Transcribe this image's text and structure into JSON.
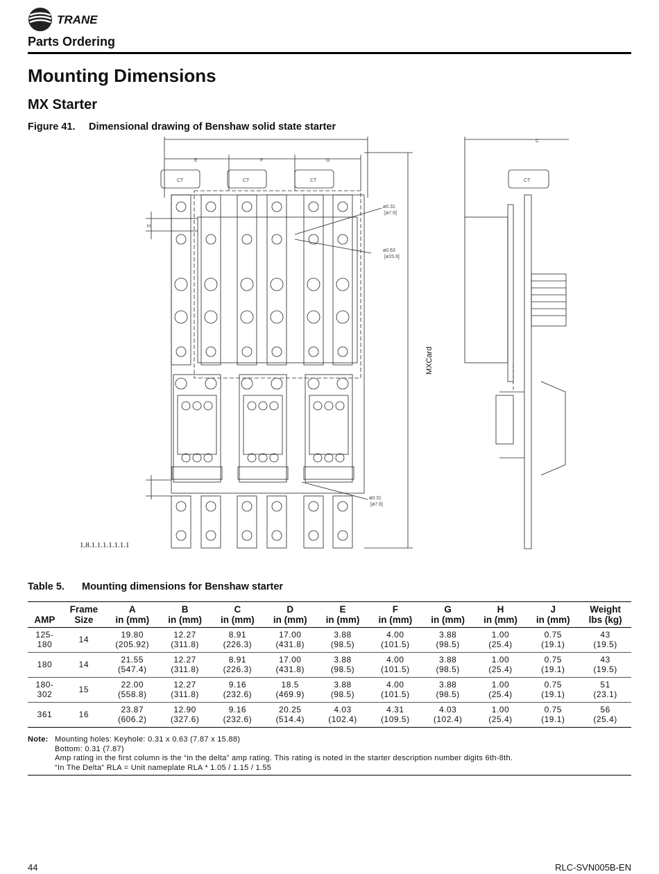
{
  "header": {
    "brand": "TRANE",
    "section": "Parts Ordering"
  },
  "main": {
    "title": "Mounting Dimensions",
    "subtitle": "MX Starter",
    "figure": {
      "number": "Figure 41.",
      "caption": "Dimensional drawing of Benshaw solid state starter",
      "labels": {
        "dim_e": "E",
        "dim_f": "F",
        "dim_g": "G",
        "dim_h": "H",
        "dim_c_side": "C",
        "hole1": "ø0.31",
        "hole1_mm": "[ø7.9]",
        "hole2": "ø0.63",
        "hole2_mm": "[ø15.9]",
        "hole3": "ø0.31",
        "hole3_mm": "[ø7.9]",
        "ct": "CT",
        "mxcard": "MXCard",
        "code": "1.8.1.1.1.1.1.1.1"
      }
    },
    "table": {
      "number": "Table 5.",
      "caption": "Mounting dimensions for Benshaw starter",
      "headers": [
        [
          "AMP",
          ""
        ],
        [
          "Frame",
          "Size"
        ],
        [
          "A",
          "in (mm)"
        ],
        [
          "B",
          "in (mm)"
        ],
        [
          "C",
          "in (mm)"
        ],
        [
          "D",
          "in (mm)"
        ],
        [
          "E",
          "in (mm)"
        ],
        [
          "F",
          "in (mm)"
        ],
        [
          "G",
          "in (mm)"
        ],
        [
          "H",
          "in (mm)"
        ],
        [
          "J",
          "in (mm)"
        ],
        [
          "Weight",
          "lbs (kg)"
        ]
      ],
      "rows": [
        [
          [
            "125-",
            "180"
          ],
          [
            "14",
            ""
          ],
          [
            "19.80",
            "(205.92)"
          ],
          [
            "12.27",
            "(311.8)"
          ],
          [
            "8.91",
            "(226.3)"
          ],
          [
            "17.00",
            "(431.8)"
          ],
          [
            "3.88",
            "(98.5)"
          ],
          [
            "4.00",
            "(101.5)"
          ],
          [
            "3.88",
            "(98.5)"
          ],
          [
            "1.00",
            "(25.4)"
          ],
          [
            "0.75",
            "(19.1)"
          ],
          [
            "43",
            "(19.5)"
          ]
        ],
        [
          [
            "180",
            ""
          ],
          [
            "14",
            ""
          ],
          [
            "21.55",
            "(547.4)"
          ],
          [
            "12.27",
            "(311.8)"
          ],
          [
            "8.91",
            "(226.3)"
          ],
          [
            "17.00",
            "(431.8)"
          ],
          [
            "3.88",
            "(98.5)"
          ],
          [
            "4.00",
            "(101.5)"
          ],
          [
            "3.88",
            "(98.5)"
          ],
          [
            "1.00",
            "(25.4)"
          ],
          [
            "0.75",
            "(19.1)"
          ],
          [
            "43",
            "(19.5)"
          ]
        ],
        [
          [
            "180-",
            "302"
          ],
          [
            "15",
            ""
          ],
          [
            "22.00",
            "(558.8)"
          ],
          [
            "12.27",
            "(311.8)"
          ],
          [
            "9.16",
            "(232.6)"
          ],
          [
            "18.5",
            "(469.9)"
          ],
          [
            "3.88",
            "(98.5)"
          ],
          [
            "4.00",
            "(101.5)"
          ],
          [
            "3.88",
            "(98.5)"
          ],
          [
            "1.00",
            "(25.4)"
          ],
          [
            "0.75",
            "(19.1)"
          ],
          [
            "51",
            "(23.1)"
          ]
        ],
        [
          [
            "361",
            ""
          ],
          [
            "16",
            ""
          ],
          [
            "23.87",
            "(606.2)"
          ],
          [
            "12.90",
            "(327.6)"
          ],
          [
            "9.16",
            "(232.6)"
          ],
          [
            "20.25",
            "(514.4)"
          ],
          [
            "4.03",
            "(102.4)"
          ],
          [
            "4.31",
            "(109.5)"
          ],
          [
            "4.03",
            "(102.4)"
          ],
          [
            "1.00",
            "(25.4)"
          ],
          [
            "0.75",
            "(19.1)"
          ],
          [
            "56",
            "(25.4)"
          ]
        ]
      ]
    },
    "note": {
      "label": "Note:",
      "lines": [
        "Mounting holes: Keyhole: 0.31 x 0.63 (7.87 x 15.88)",
        "Bottom: 0.31 (7.87)",
        "Amp rating in the first column is the “in the delta” amp rating. This rating is noted in the starter description number digits 6th-8th.",
        "“In The Delta” RLA = Unit nameplate RLA * 1.05 / 1.15 / 1.55"
      ]
    }
  },
  "footer": {
    "page": "44",
    "doc_code": "RLC-SVN005B-EN"
  }
}
